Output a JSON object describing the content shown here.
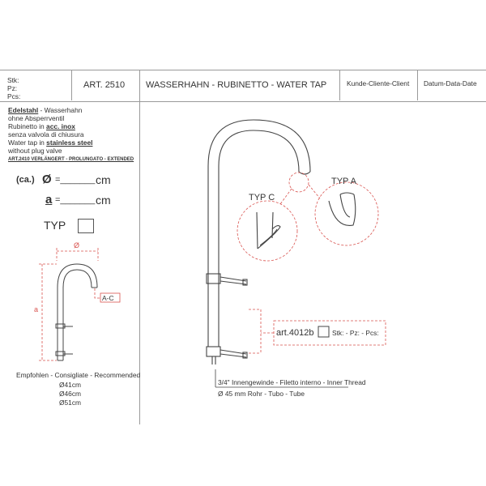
{
  "header": {
    "stk_label": "Stk:",
    "pz_label": "Pz:",
    "pcs_label": "Pcs:",
    "art_number": "ART. 2510",
    "title": "WASSERHAHN - RUBINETTO - WATER TAP",
    "client_label": "Kunde-Cliente-Client",
    "date_label": "Datum-Data-Date"
  },
  "description": {
    "line1_bold": "Edelstahl",
    "line1_rest": " - Wasserhahn",
    "line2": "ohne Absperrventil",
    "line3_pre": "Rubinetto in ",
    "line3_bold": "acc. inox",
    "line4": "senza valvola di chiusura",
    "line5_pre": "Water tap in ",
    "line5_bold": "stainless steel",
    "line6": "without plug valve",
    "extended_note": "ART.2410  VERLÄNGERT - PROLUNGATO - EXTENDED"
  },
  "form": {
    "ca_label": "(ca.)",
    "diameter_symbol": "Ø",
    "a_symbol": "a",
    "equals_blank": "=_______",
    "unit": "cm",
    "typ_label": "TYP"
  },
  "small_drawing": {
    "diameter_label": "Ø",
    "height_label": "a",
    "typ_tag": "A-C"
  },
  "recommended": {
    "title": "Empfohlen - Consigliate - Recommended",
    "options": [
      "Ø41cm",
      "Ø46cm",
      "Ø51cm"
    ]
  },
  "main_drawing": {
    "typ_c_label": "TYP  C",
    "typ_a_label": "TYP  A",
    "bracket_art": "art.4012b",
    "bracket_qty_label": "Stk: - Pz: - Pcs:",
    "thread_label": "3/4\" Innengewinde - Filetto interno - Inner Thread",
    "tube_label": "Ø 45 mm  Rohr - Tubo - Tube"
  },
  "colors": {
    "dimension_red": "#d9534f",
    "line_gray": "#9a9a9a",
    "outline": "#444444"
  }
}
